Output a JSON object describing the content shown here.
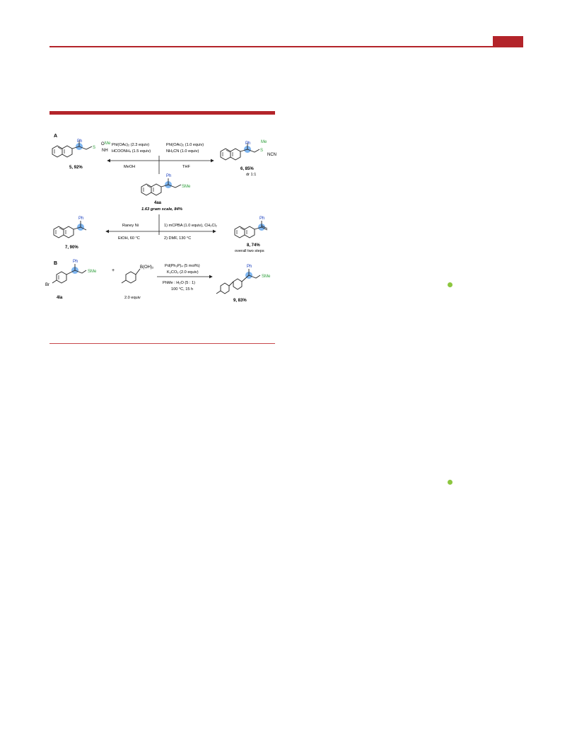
{
  "panel_a": {
    "label": "A",
    "left_reaction": {
      "reagent_line1": "PhI(OAc)₂ (2.3 equiv)",
      "reagent_line2": "HCOONH₄ (1.5 equiv)",
      "solvent": "MeOH"
    },
    "right_reaction": {
      "reagent_line1": "PhI(OAc)₂ (1.0 equiv)",
      "reagent_line2": "NH₂CN (1.0 equiv)",
      "solvent": "THF"
    },
    "product_5": {
      "label": "5, 92%",
      "ph": "Ph",
      "o": "O",
      "s": "S",
      "me": "Me",
      "nh": "NH"
    },
    "product_6": {
      "label": "6, 85%",
      "dr": "dr 1:1",
      "ph": "Ph",
      "me": "Me",
      "s": "S",
      "ncn": "NCN"
    },
    "substrate_4aa": {
      "label": "4aa",
      "scale": "1.63 gram scale, 84%",
      "ph": "Ph",
      "sme": "SMe"
    },
    "lower_left_reaction": {
      "reagent": "Raney Ni",
      "conditions": "EtOH, 60 °C"
    },
    "lower_right_reaction": {
      "step1": "1) mCPBA (1.0 equiv), CH₂Cl₂",
      "step2": "2) DMF, 130 °C"
    },
    "product_7": {
      "label": "7, 90%",
      "ph": "Ph"
    },
    "product_8": {
      "label": "8, 74%",
      "note": "overall two steps",
      "ph": "Ph"
    }
  },
  "panel_b": {
    "label": "B",
    "substrate_4la": {
      "label": "4la",
      "ph": "Ph",
      "br": "Br",
      "sme": "SMe"
    },
    "plus": "+",
    "boronic_acid": {
      "group": "B(OH)₂",
      "equiv": "2.0 equiv"
    },
    "conditions": {
      "line1": "Pd(Ph₃P)₄ (5 mol%)",
      "line2": "K₂CO₃ (2.0 equiv)",
      "line3": "PhMe : H₂O  (5 : 1)",
      "line4": "100 °C, 15 h"
    },
    "product_9": {
      "label": "9, 83%",
      "ph": "Ph",
      "sme": "SMe"
    }
  },
  "colors": {
    "accent_red": "#b3242a",
    "highlight_blue": "#7fb6f0",
    "sulfur_green": "#2e9e3a",
    "ph_blue": "#1a3fc0",
    "dot_green": "#8cc63f"
  }
}
